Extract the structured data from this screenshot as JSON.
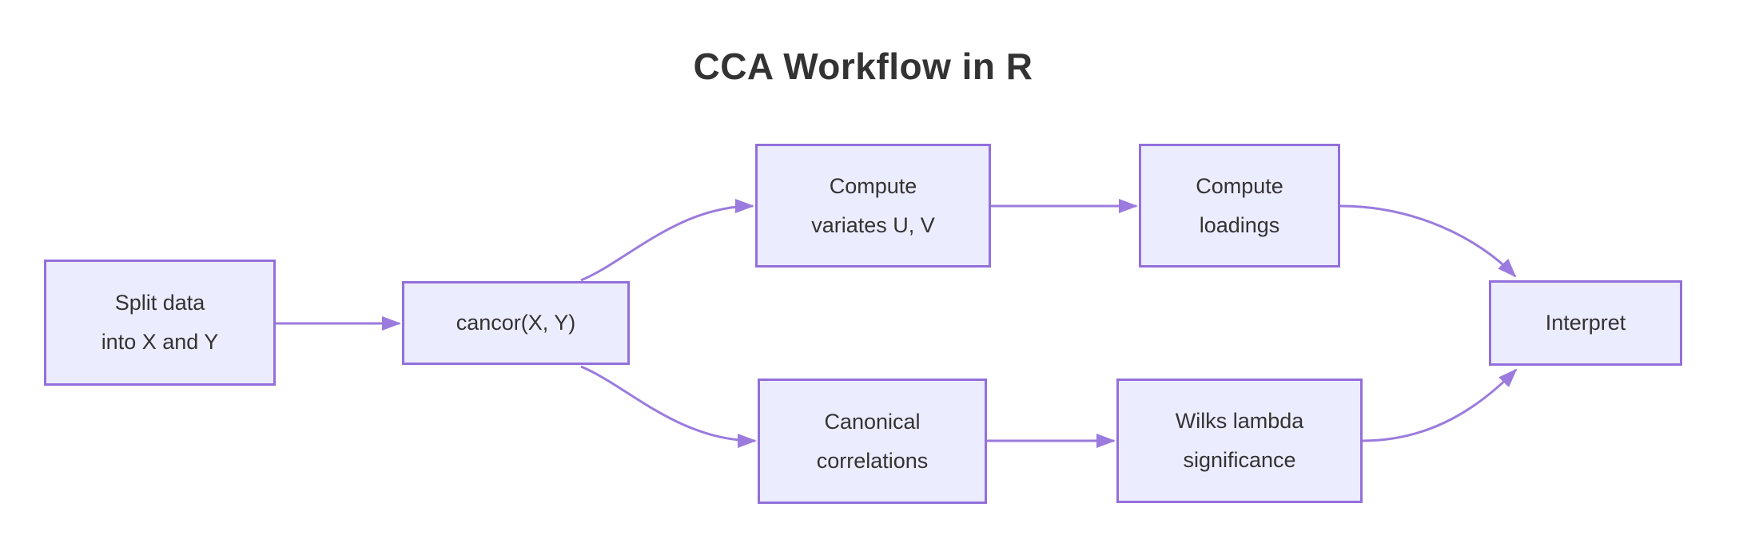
{
  "title": "CCA Workflow in R",
  "diagram": {
    "type": "flowchart",
    "direction": "left-to-right"
  },
  "colors": {
    "background": "#ffffff",
    "node_fill": "#ececff",
    "node_border": "#9370db",
    "edge": "#9b7bdd",
    "node_text": "#333333",
    "title_text": "#333333"
  },
  "nodes": {
    "split": {
      "label": "Split data\ninto X and Y"
    },
    "cancor": {
      "label": "cancor(X, Y)"
    },
    "variates": {
      "label": "Compute\nvariates U, V"
    },
    "loadings": {
      "label": "Compute\nloadings"
    },
    "correlations": {
      "label": "Canonical\ncorrelations"
    },
    "wilks": {
      "label": "Wilks lambda\nsignificance"
    },
    "interpret": {
      "label": "Interpret"
    }
  },
  "edges": [
    {
      "from": "split",
      "to": "cancor"
    },
    {
      "from": "cancor",
      "to": "variates"
    },
    {
      "from": "cancor",
      "to": "correlations"
    },
    {
      "from": "variates",
      "to": "loadings"
    },
    {
      "from": "correlations",
      "to": "wilks"
    },
    {
      "from": "loadings",
      "to": "interpret"
    },
    {
      "from": "wilks",
      "to": "interpret"
    }
  ]
}
